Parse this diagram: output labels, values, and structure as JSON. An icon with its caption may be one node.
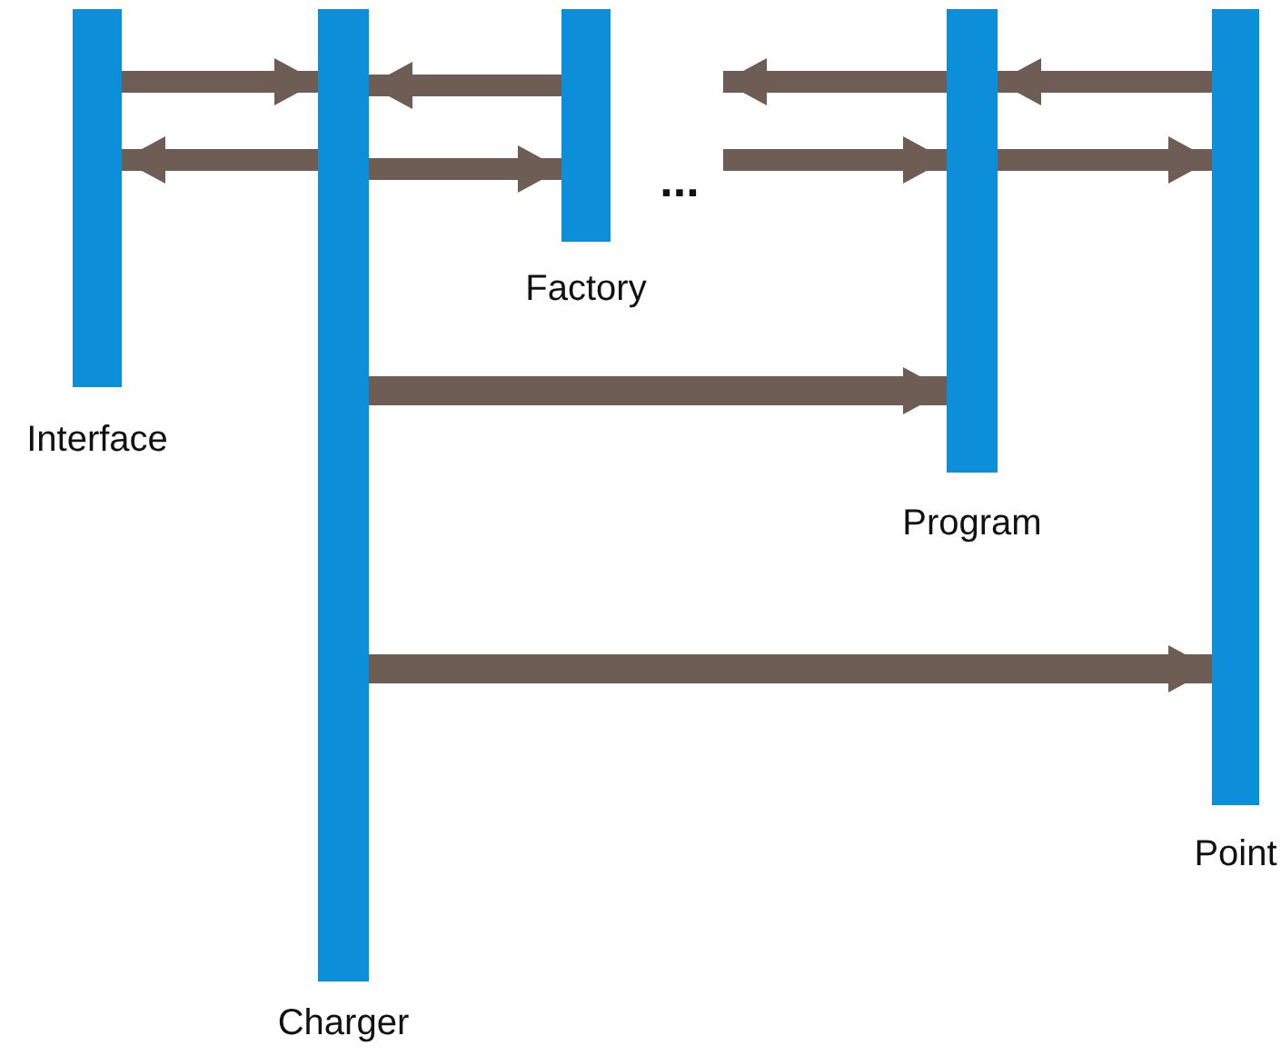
{
  "diagram": {
    "nodes": [
      {
        "text": [
          "Interface"
        ]
      },
      {
        "text": [
          "Charger"
        ]
      },
      {
        "text": [
          "Factory"
        ]
      },
      {
        "text": [
          "..."
        ]
      },
      {
        "text": [
          "Program"
        ]
      },
      {
        "text": [
          "Point"
        ]
      }
    ],
    "edges": [
      {
        "from": 0,
        "to": 1,
        "arrow": "to"
      },
      {
        "from": 1,
        "to": 0,
        "arrow": "to"
      },
      {
        "from": 2,
        "to": 1,
        "arrow": "to"
      },
      {
        "from": 1,
        "to": 2,
        "arrow": "to"
      },
      {
        "from": 4,
        "to": 3,
        "arrow": "to"
      },
      {
        "from": 3,
        "to": 4,
        "arrow": "to"
      },
      {
        "from": 5,
        "to": 4,
        "arrow": "to"
      },
      {
        "from": 4,
        "to": 5,
        "arrow": "to"
      },
      {
        "from": 1,
        "to": 4,
        "arrow": "to"
      },
      {
        "from": 1,
        "to": 5,
        "arrow": "to"
      }
    ]
  }
}
